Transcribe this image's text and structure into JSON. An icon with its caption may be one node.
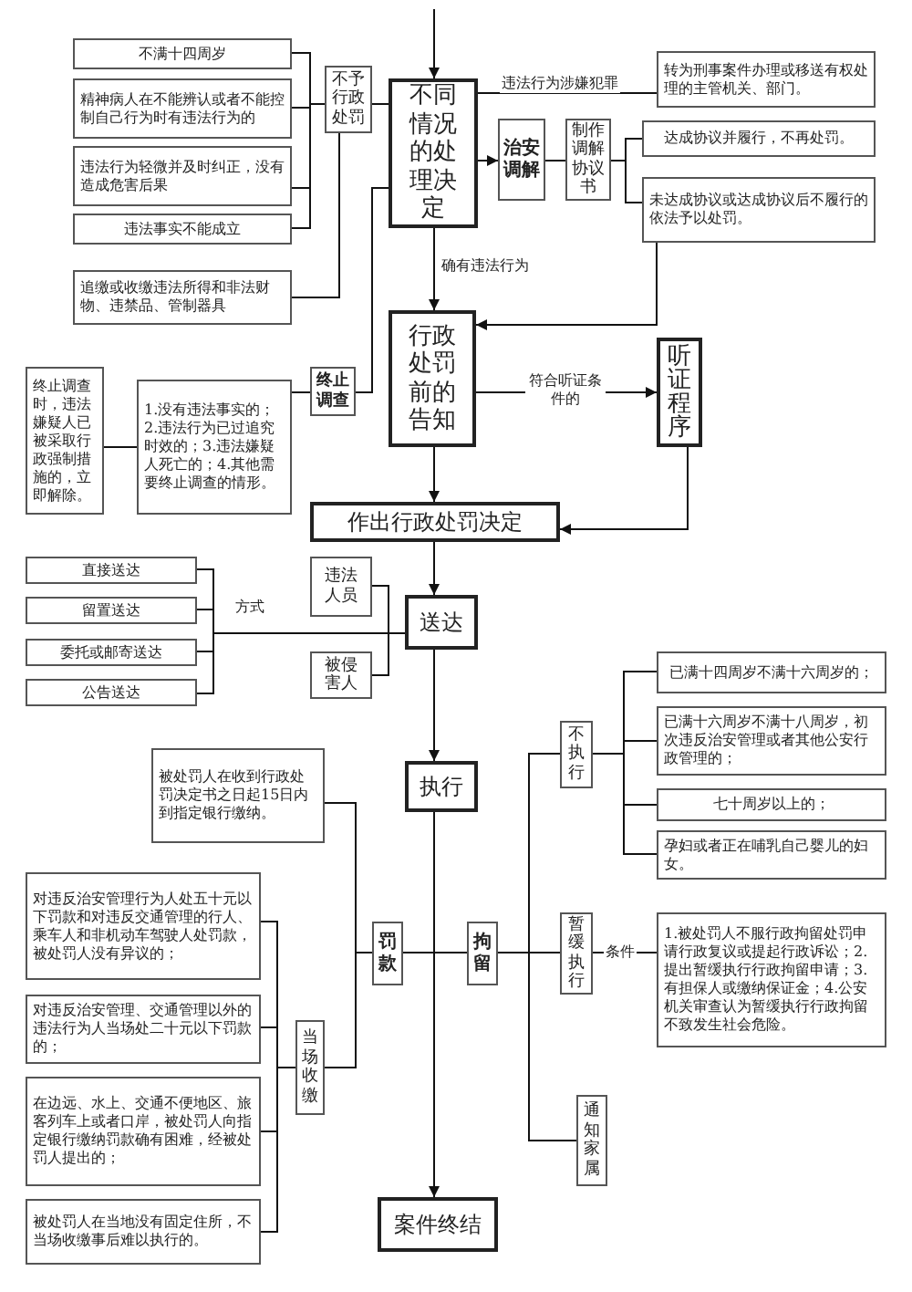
{
  "diagram": {
    "nodes": [
      {
        "text": [
          "不满十四周岁"
        ]
      },
      {
        "text": [
          "精神病人在不能辨认或者不能控制自己行为时有违法行为的"
        ]
      },
      {
        "text": [
          "违法行为轻微并及时纠正，没有造成危害后果"
        ]
      },
      {
        "text": [
          "违法事实不能成立"
        ]
      },
      {
        "text": [
          "追缴或收缴违法所得和非法财物、违禁品、管制器具"
        ]
      },
      {
        "text": [
          "不予行政处罚"
        ]
      },
      {
        "text": [
          "不同情况的处理决定"
        ]
      },
      {
        "text": [
          "转为刑事案件办理或移送有权处理的主管机关、部门。"
        ]
      },
      {
        "text": [
          "治安调解"
        ]
      },
      {
        "text": [
          "制作调解协议书"
        ]
      },
      {
        "text": [
          "达成协议并履行，不再处罚。"
        ]
      },
      {
        "text": [
          "未达成协议或达成协议后不履行的依法予以处罚。"
        ]
      },
      {
        "text": [
          "行政处罚前的告知"
        ]
      },
      {
        "text": [
          "听证程序"
        ]
      },
      {
        "text": [
          "终止调查"
        ]
      },
      {
        "text": [
          "1.没有违法事实的；2.违法行为已过追究时效的；3.违法嫌疑人死亡的；4.其他需要终止调查的情形。"
        ]
      },
      {
        "text": [
          "终止调查时，违法嫌疑人已被采取行政强制措施的，立即解除。"
        ]
      },
      {
        "text": [
          "作出行政处罚决定"
        ]
      },
      {
        "text": [
          "直接送达"
        ]
      },
      {
        "text": [
          "留置送达"
        ]
      },
      {
        "text": [
          "委托或邮寄送达"
        ]
      },
      {
        "text": [
          "公告送达"
        ]
      },
      {
        "text": [
          "违法人员"
        ]
      },
      {
        "text": [
          "被侵害人"
        ]
      },
      {
        "text": [
          "送达"
        ]
      },
      {
        "text": [
          "执行"
        ]
      },
      {
        "text": [
          "被处罚人在收到行政处罚决定书之日起15日内到指定银行缴纳。"
        ]
      },
      {
        "text": [
          "罚款"
        ]
      },
      {
        "text": [
          "拘留"
        ]
      },
      {
        "text": [
          "对违反治安管理行为人处五十元以下罚款和对违反交通管理的行人、乘车人和非机动车驾驶人处罚款，被处罚人没有异议的；"
        ]
      },
      {
        "text": [
          "对违反治安管理、交通管理以外的违法行为人当场处二十元以下罚款的；"
        ]
      },
      {
        "text": [
          "在边远、水上、交通不便地区、旅客列车上或者口岸，被处罚人向指定银行缴纳罚款确有困难，经被处罚人提出的；"
        ]
      },
      {
        "text": [
          "被处罚人在当地没有固定住所，不当场收缴事后难以执行的。"
        ]
      },
      {
        "text": [
          "当场收缴"
        ]
      },
      {
        "text": [
          "不执行"
        ]
      },
      {
        "text": [
          "已满十四周岁不满十六周岁的；"
        ]
      },
      {
        "text": [
          "已满十六周岁不满十八周岁，初次违反治安管理或者其他公安行政管理的；"
        ]
      },
      {
        "text": [
          "七十周岁以上的；"
        ]
      },
      {
        "text": [
          "孕妇或者正在哺乳自己婴儿的妇女。"
        ]
      },
      {
        "text": [
          "暂缓执行"
        ]
      },
      {
        "text": [
          "1.被处罚人不服行政拘留处罚申请行政复议或提起行政诉讼；2.提出暂缓执行行政拘留申请；3.有担保人或缴纳保证金；4.公安机关审查认为暂缓执行行政拘留不致发生社会危险。"
        ]
      },
      {
        "text": [
          "通知家属"
        ]
      },
      {
        "text": [
          "案件终结"
        ]
      }
    ],
    "edges": [
      {
        "from": null,
        "to": 6,
        "arrow": "to"
      },
      {
        "from": 0,
        "to": 5,
        "arrow": "none"
      },
      {
        "from": 1,
        "to": 5,
        "arrow": "none"
      },
      {
        "from": 2,
        "to": 5,
        "arrow": "none"
      },
      {
        "from": 3,
        "to": 5,
        "arrow": "none"
      },
      {
        "from": 4,
        "to": 5,
        "arrow": "none"
      },
      {
        "from": 5,
        "to": 6,
        "arrow": "none"
      },
      {
        "from": 6,
        "to": 7,
        "arrow": "none",
        "label": "违法行为涉嫌犯罪"
      },
      {
        "from": 6,
        "to": 8,
        "arrow": "to"
      },
      {
        "from": 8,
        "to": 9,
        "arrow": "none"
      },
      {
        "from": 9,
        "to": 10,
        "arrow": "none"
      },
      {
        "from": 9,
        "to": 11,
        "arrow": "none"
      },
      {
        "from": 11,
        "to": 12,
        "arrow": "to"
      },
      {
        "from": 6,
        "to": 12,
        "arrow": "to",
        "label": "确有违法行为"
      },
      {
        "from": 6,
        "to": 14,
        "arrow": "none"
      },
      {
        "from": 14,
        "to": 15,
        "arrow": "none"
      },
      {
        "from": 15,
        "to": 16,
        "arrow": "none"
      },
      {
        "from": 12,
        "to": 13,
        "arrow": "to",
        "label": "符合听证条件的"
      },
      {
        "from": 12,
        "to": 17,
        "arrow": "to"
      },
      {
        "from": 13,
        "to": 17,
        "arrow": "to"
      },
      {
        "from": 18,
        "to": 24,
        "arrow": "none"
      },
      {
        "from": 19,
        "to": 24,
        "arrow": "none"
      },
      {
        "from": 20,
        "to": 24,
        "arrow": "none"
      },
      {
        "from": 21,
        "to": 24,
        "arrow": "none"
      },
      {
        "from": 22,
        "to": 24,
        "arrow": "none"
      },
      {
        "from": 23,
        "to": 24,
        "arrow": "none"
      },
      {
        "from": 17,
        "to": 24,
        "arrow": "to"
      },
      {
        "from": 24,
        "to": 25,
        "arrow": "to"
      },
      {
        "from": 25,
        "to": 42,
        "arrow": "to"
      },
      {
        "from": 25,
        "to": 27,
        "arrow": "none"
      },
      {
        "from": 25,
        "to": 28,
        "arrow": "none"
      },
      {
        "from": 26,
        "to": 27,
        "arrow": "none"
      },
      {
        "from": 33,
        "to": 27,
        "arrow": "none"
      },
      {
        "from": 29,
        "to": 33,
        "arrow": "none"
      },
      {
        "from": 30,
        "to": 33,
        "arrow": "none"
      },
      {
        "from": 31,
        "to": 33,
        "arrow": "none"
      },
      {
        "from": 32,
        "to": 33,
        "arrow": "none"
      },
      {
        "from": 28,
        "to": 34,
        "arrow": "none"
      },
      {
        "from": 28,
        "to": 39,
        "arrow": "none"
      },
      {
        "from": 28,
        "to": 41,
        "arrow": "none"
      },
      {
        "from": 34,
        "to": 35,
        "arrow": "none"
      },
      {
        "from": 34,
        "to": 36,
        "arrow": "none"
      },
      {
        "from": 34,
        "to": 37,
        "arrow": "none"
      },
      {
        "from": 34,
        "to": 38,
        "arrow": "none"
      },
      {
        "from": 39,
        "to": 40,
        "arrow": "none",
        "label": "条件"
      }
    ],
    "labels": [
      "方式"
    ]
  }
}
